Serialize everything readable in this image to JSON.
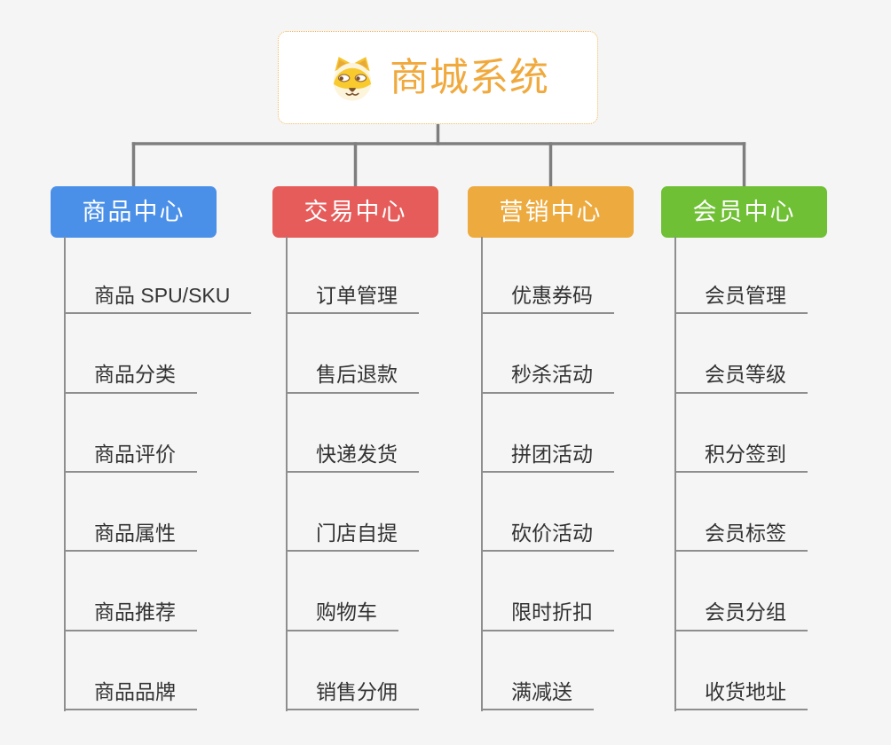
{
  "root": {
    "title": "商城系统",
    "icon": "dog-face-icon"
  },
  "branches": [
    {
      "id": "product-center",
      "label": "商品中心",
      "color": "#4b90e8",
      "items": [
        "商品 SPU/SKU",
        "商品分类",
        "商品评价",
        "商品属性",
        "商品推荐",
        "商品品牌"
      ]
    },
    {
      "id": "trade-center",
      "label": "交易中心",
      "color": "#e55c5a",
      "items": [
        "订单管理",
        "售后退款",
        "快递发货",
        "门店自提",
        "购物车",
        "销售分佣"
      ]
    },
    {
      "id": "marketing-center",
      "label": "营销中心",
      "color": "#edaa3e",
      "items": [
        "优惠券码",
        "秒杀活动",
        "拼团活动",
        "砍价活动",
        "限时折扣",
        "满减送"
      ]
    },
    {
      "id": "member-center",
      "label": "会员中心",
      "color": "#6fc035",
      "items": [
        "会员管理",
        "会员等级",
        "积分签到",
        "会员标签",
        "会员分组",
        "收货地址"
      ]
    }
  ],
  "colors": {
    "background": "#f5f5f6",
    "root_text": "#f0a93d",
    "root_border": "#f2b657",
    "connector": "#7e7e7e",
    "leaf_line": "#8e8e8e",
    "leaf_text": "#333333"
  }
}
